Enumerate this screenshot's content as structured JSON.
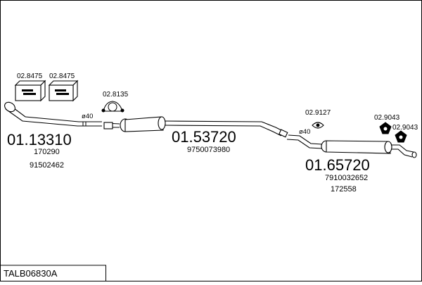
{
  "diagram_code": "TALB06830A",
  "parts": [
    {
      "number": "01.13310",
      "refs": [
        "170290",
        "91502462"
      ]
    },
    {
      "number": "01.53720",
      "refs": [
        "9750073980"
      ]
    },
    {
      "number": "01.65720",
      "refs": [
        "7910032652",
        "172558"
      ]
    }
  ],
  "accessories": {
    "clamp_a": "02.8475",
    "clamp_b": "02.8475",
    "gasket": "02.8135",
    "hanger": "02.9127",
    "mount_a": "02.9043",
    "mount_b": "02.9043"
  },
  "diameter_labels": [
    "ø40",
    "ø40"
  ]
}
